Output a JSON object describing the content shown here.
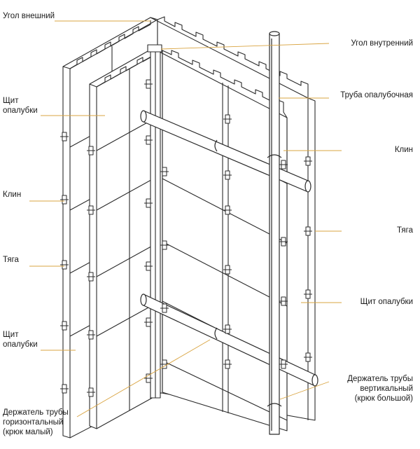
{
  "labels": {
    "left": {
      "corner_outer": "Угол внешний",
      "panel_1": [
        "Щит",
        "опалубки"
      ],
      "wedge": "Клин",
      "tie": "Тяга",
      "panel_2": [
        "Щит",
        "опалубки"
      ],
      "holder_horizontal": [
        "Держатель трубы",
        "горизонтальный",
        "(крюк малый)"
      ]
    },
    "right": {
      "corner_inner": "Угол внутренний",
      "pipe": "Труба опалубочная",
      "wedge": "Клин",
      "tie": "Тяга",
      "panel": "Щит опалубки",
      "holder_vertical": [
        "Держатель трубы",
        "вертикальный",
        "(крюк большой)"
      ]
    }
  },
  "colors": {
    "line": "#2a2a2a",
    "text": "#1a1a1a",
    "leader": "#d9a441",
    "background": "#ffffff"
  }
}
